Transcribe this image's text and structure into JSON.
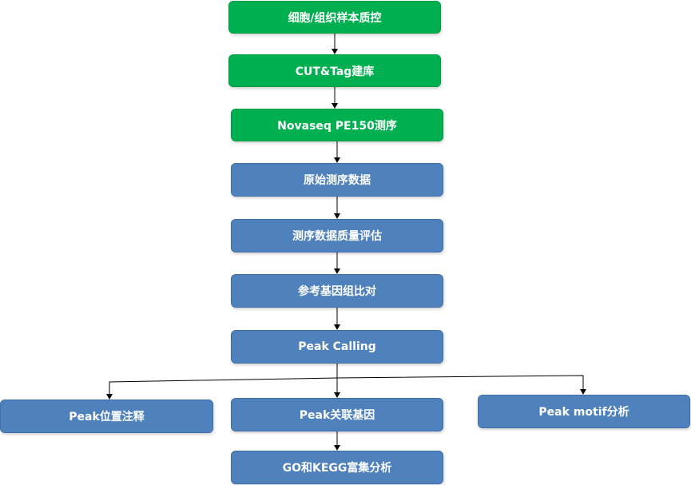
{
  "nodes": {
    "sample_qc": "细胞/组织样本质控",
    "library": "CUT&Tag建库",
    "sequencing": "Novaseq PE150测序",
    "raw_data": "原始测序数据",
    "qc_eval": "测序数据质量评估",
    "alignment": "参考基因组比对",
    "peak_calling": "Peak Calling",
    "peak_annotation": "Peak位置注释",
    "peak_genes": "Peak关联基因",
    "peak_motif": "Peak motif分析",
    "enrichment": "GO和KEGG富集分析"
  },
  "colors": {
    "wet_lab": "#00b050",
    "analysis": "#4f81bd",
    "arrow": "#000000"
  }
}
